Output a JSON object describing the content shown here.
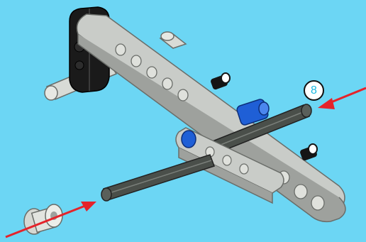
{
  "step": {
    "number": "8"
  },
  "colors": {
    "background": "#6cd6f4",
    "beam": "#c9ccc8",
    "beam_shadow": "#9ea19d",
    "axle": "#4a4f4a",
    "connector_blue": "#1f5fd6",
    "connector_black": "#151515",
    "arrow_red": "#e5232a",
    "bushing": "#d6d8d2",
    "badge_text": "#19b8e0"
  },
  "icons": {
    "assembly": "lego-assembly-illustration",
    "arrow_to_axle_end": "red-insert-arrow",
    "arrow_bushing_to_axle": "red-insert-arrow",
    "bushing": "bushing-part"
  }
}
